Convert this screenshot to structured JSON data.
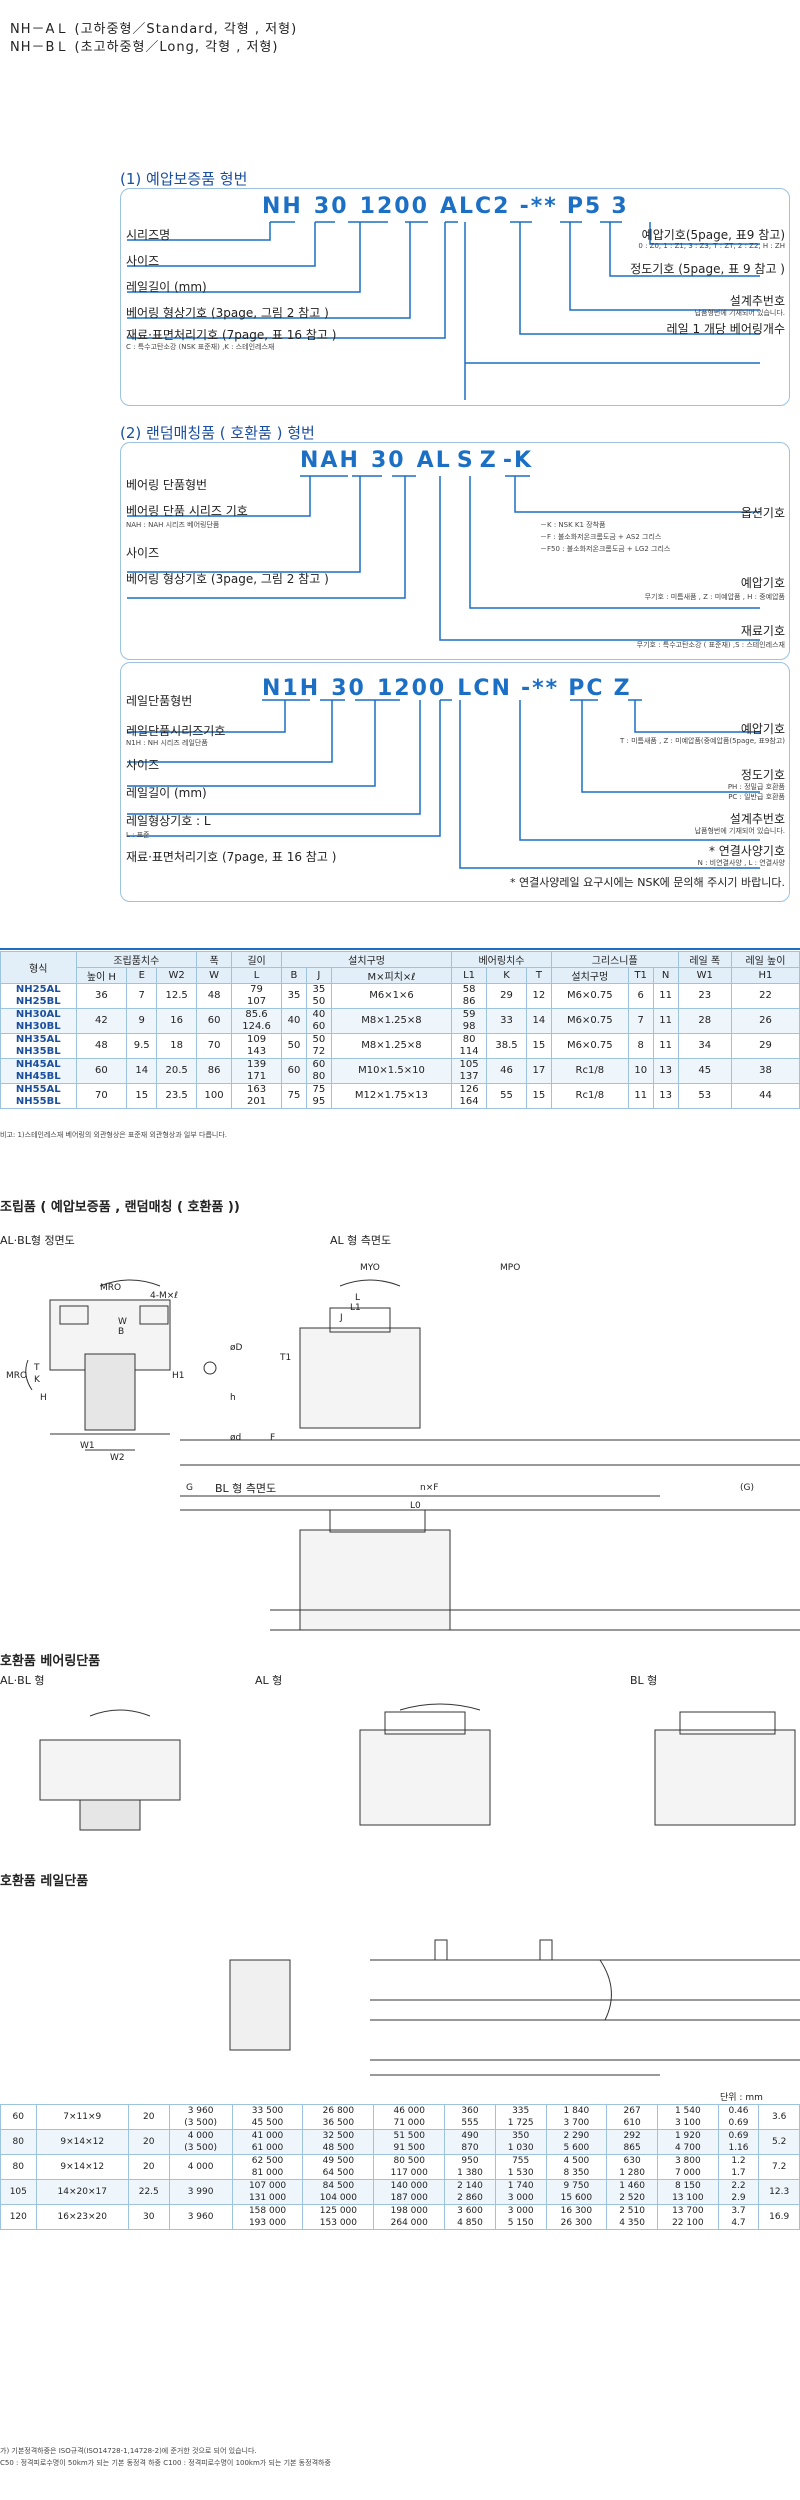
{
  "header": {
    "line1": "NH－AＬ (고하중형／Standard, 각형 , 저형)",
    "line2": "NH－BＬ (초고하중형／Long, 각형 , 저형)"
  },
  "sec1": {
    "title": "(1) 예압보증품 형번",
    "code_parts": [
      "NH",
      "30",
      "1200",
      "AL",
      "C",
      "2",
      "-**",
      "P5",
      "3"
    ],
    "left_labels": [
      {
        "text": "시리즈명",
        "sub": ""
      },
      {
        "text": "사이즈",
        "sub": ""
      },
      {
        "text": "레일길이 (mm)",
        "sub": ""
      },
      {
        "text": "베어링 형상기호 (3page, 그림 2 참고 )",
        "sub": ""
      },
      {
        "text": "재료·표면처리기호 (7page, 표 16 참고 )",
        "sub": "C : 특수고탄소강 (NSK 표준재) ,K : 스테인레스재"
      }
    ],
    "right_labels": [
      {
        "text": "예압기호(5page, 표9 참고)",
        "sub": "0 : Z0, 1 : Z1, 3 : Z3, T : ZT, 2 : Z2, H : ZH"
      },
      {
        "text": "정도기호 (5page, 표 9 참고 )",
        "sub": ""
      },
      {
        "text": "설계추번호",
        "sub": "납품형번에 기재되어 있습니다."
      },
      {
        "text": "레일 1 개당 베어링개수",
        "sub": ""
      }
    ]
  },
  "sec2": {
    "title": "(2) 랜덤매칭품 ( 호환품 ) 형번",
    "bearing": {
      "code_parts": [
        "NAH",
        "30",
        "AL",
        "S",
        "Z",
        "-K"
      ],
      "left_labels": [
        {
          "text": "베어링 단품형번",
          "sub": ""
        },
        {
          "text": "베어링 단품 시리즈 기호",
          "sub": "NAH : NAH 시리즈 베어링단품"
        },
        {
          "text": "사이즈",
          "sub": ""
        },
        {
          "text": "베어링 형상기호 (3page, 그림 2 참고 )",
          "sub": ""
        }
      ],
      "right_labels": [
        {
          "text": "옵션기호",
          "sub1": "－K : NSK K1 장착품",
          "sub2": "－F : 불소화저온크롬도금 + AS2 그리스",
          "sub3": "－F50 : 불소화저온크롬도금 + LG2 그리스"
        },
        {
          "text": "예압기호",
          "sub1": "무기호 : 미틈새품 , Z : 미예압품 , H : 중예압품"
        },
        {
          "text": "재료기호",
          "sub1": "무기호 : 특수고탄소강 ( 표준재) ,S : 스테인레스재"
        }
      ]
    },
    "rail": {
      "code_parts": [
        "N1H",
        "30",
        "1200",
        "L",
        "C",
        "N",
        "-**",
        "PC",
        "Z"
      ],
      "left_labels": [
        {
          "text": "레일단품형번",
          "sub": ""
        },
        {
          "text": "레일단품시리즈기호",
          "sub": "N1H : NH 시리즈 레일단품"
        },
        {
          "text": "사이즈",
          "sub": ""
        },
        {
          "text": "레일길이 (mm)",
          "sub": ""
        },
        {
          "text": "레일형상기호 : L",
          "sub": "L : 표준"
        },
        {
          "text": "재료·표면처리기호 (7page, 표 16 참고 )",
          "sub": ""
        }
      ],
      "right_labels": [
        {
          "text": "예압기호",
          "sub1": "T : 미틈새품 , Z : 미예압품(중예압품(5page, 표9참고)"
        },
        {
          "text": "정도기호",
          "sub1": "PH : 정밀급 호환품",
          "sub2": "PC : 일반급 호환품"
        },
        {
          "text": "설계추번호",
          "sub1": "납품형번에 기재되어 있습니다."
        },
        {
          "text": "* 연결사양기호",
          "sub1": "N : 비연결사양 , L : 연결사양"
        }
      ],
      "note": "* 연결사양레일 요구시에는 NSK에 문의해 주시기 바랍니다."
    }
  },
  "spec_table": {
    "group_headers": [
      "조립품치수",
      "폭",
      "길이",
      "설치구멍",
      "베어링치수",
      "그리스니플",
      "레일 폭",
      "레일 높이"
    ],
    "col_headers": [
      "형식",
      "높이 H",
      "E",
      "W2",
      "W",
      "L",
      "B",
      "J",
      "M×피치×ℓ",
      "L1",
      "K",
      "T",
      "설치구멍",
      "T1",
      "N",
      "W1",
      "H1"
    ],
    "rows": [
      [
        "NH25AL\nNH25BL",
        "36",
        "7",
        "12.5",
        "48",
        "79\n107",
        "35",
        "35\n50",
        "M6×1×6",
        "58\n86",
        "29",
        "12",
        "M6×0.75",
        "6",
        "11",
        "23",
        "22"
      ],
      [
        "NH30AL\nNH30BL",
        "42",
        "9",
        "16",
        "60",
        "85.6\n124.6",
        "40",
        "40\n60",
        "M8×1.25×8",
        "59\n98",
        "33",
        "14",
        "M6×0.75",
        "7",
        "11",
        "28",
        "26"
      ],
      [
        "NH35AL\nNH35BL",
        "48",
        "9.5",
        "18",
        "70",
        "109\n143",
        "50",
        "50\n72",
        "M8×1.25×8",
        "80\n114",
        "38.5",
        "15",
        "M6×0.75",
        "8",
        "11",
        "34",
        "29"
      ],
      [
        "NH45AL\nNH45BL",
        "60",
        "14",
        "20.5",
        "86",
        "139\n171",
        "60",
        "60\n80",
        "M10×1.5×10",
        "105\n137",
        "46",
        "17",
        "Rc1/8",
        "10",
        "13",
        "45",
        "38"
      ],
      [
        "NH55AL\nNH55BL",
        "70",
        "15",
        "23.5",
        "100",
        "163\n201",
        "75",
        "75\n95",
        "M12×1.75×13",
        "126\n164",
        "55",
        "15",
        "Rc1/8",
        "11",
        "13",
        "53",
        "44"
      ]
    ],
    "note": "비고: 1)스테인레스재 베어링의 외관형상은 표준재 외관형상과 일부 다릅니다."
  },
  "diagrams": {
    "assembly_title": "조립품 ( 예압보증품 , 랜덤매칭 ( 호환품 ))",
    "front_label": "AL·BL형 정면도",
    "al_side_label": "AL 형 측면도",
    "bl_side_label": "BL 형 측면도",
    "bearing_title": "호환품 베어링단품",
    "bearing_front_label": "AL·BL 형",
    "bearing_al_label": "AL 형",
    "bearing_bl_label": "BL 형",
    "rail_title": "호환품 레일단품"
  },
  "rail_table": {
    "unit": "단위 : mm",
    "rows": [
      [
        "60",
        "7×11×9",
        "20",
        "3 960\n(3 500)",
        "33 500\n45 500",
        "26 800\n36 500",
        "46 000\n71 000",
        "360\n555",
        "335\n1 725",
        "1 840\n3 700",
        "267\n610",
        "1 540\n3 100",
        "0.46\n0.69",
        "3.6"
      ],
      [
        "80",
        "9×14×12",
        "20",
        "4 000\n(3 500)",
        "41 000\n61 000",
        "32 500\n48 500",
        "51 500\n91 500",
        "490\n870",
        "350\n1 030",
        "2 290\n5 600",
        "292\n865",
        "1 920\n4 700",
        "0.69\n1.16",
        "5.2"
      ],
      [
        "80",
        "9×14×12",
        "20",
        "4 000",
        "62 500\n81 000",
        "49 500\n64 500",
        "80 500\n117 000",
        "950\n1 380",
        "755\n1 530",
        "4 500\n8 350",
        "630\n1 280",
        "3 800\n7 000",
        "1.2\n1.7",
        "7.2"
      ],
      [
        "105",
        "14×20×17",
        "22.5",
        "3 990",
        "107 000\n131 000",
        "84 500\n104 000",
        "140 000\n187 000",
        "2 140\n2 860",
        "1 740\n3 000",
        "9 750\n15 600",
        "1 460\n2 520",
        "8 150\n13 100",
        "2.2\n2.9",
        "12.3"
      ],
      [
        "120",
        "16×23×20",
        "30",
        "3 960",
        "158 000\n193 000",
        "125 000\n153 000",
        "198 000\n264 000",
        "3 600\n4 850",
        "3 000\n5 150",
        "16 300\n26 300",
        "2 510\n4 350",
        "13 700\n22 100",
        "3.7\n4.7",
        "16.9"
      ]
    ],
    "note1": "가) 기본정격하중은 ISO규격(ISO14728-1,14728-2)에 준거한 것으로 되어 있습니다.",
    "note2": "C50 : 정격피로수명이 50km가 되는 기본 동정격 하중  C100 : 정격피로수명이 100km가 되는 기본 동정격하중"
  }
}
